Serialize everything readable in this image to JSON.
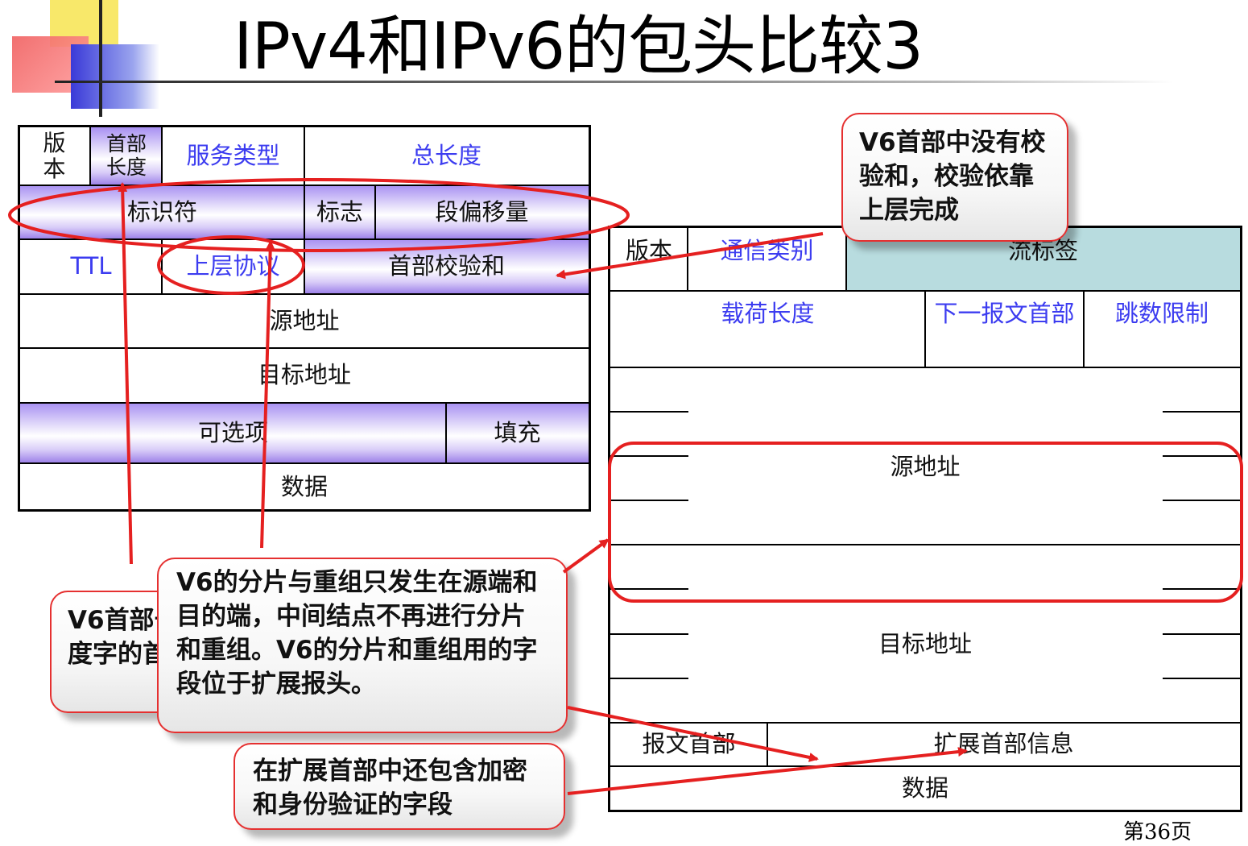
{
  "title": "IPv4和IPv6的包头比较3",
  "colors": {
    "accent_red": "#e52020",
    "label_blue": "#3c3cf0",
    "flow_label_bg": "#b8dcdf",
    "field_purple": "#a890f2"
  },
  "ipv4": {
    "version": "版本",
    "header_length": "首部长度",
    "service_type": "服务类型",
    "total_length": "总长度",
    "identifier": "标识符",
    "flags": "标志",
    "fragment_offset": "段偏移量",
    "ttl": "TTL",
    "protocol": "上层协议",
    "checksum": "首部校验和",
    "src": "源地址",
    "dst": "目标地址",
    "options": "可选项",
    "padding": "填充",
    "data": "数据"
  },
  "ipv6": {
    "version": "版本",
    "traffic_class": "通信类别",
    "flow_label": "流标签",
    "payload_length": "载荷长度",
    "next_header": "下一报文首部",
    "hop_limit": "跳数限制",
    "src": "源地址",
    "dst": "目标地址",
    "ext_header": "报文首部",
    "ext_info": "扩展首部信息",
    "data": "数据"
  },
  "callouts": {
    "checksum_prefix": "V6",
    "checksum_rest": "首部中没有校验和，校验依靠上层完成",
    "length_prefix": "V6",
    "length_rest": "首部长度字的首部",
    "frag_prefix": "V6",
    "frag_rest1": "的分片与重组只发生在源端和目的端，中间结点不再进行分片和重组。",
    "frag_mid": "V6",
    "frag_rest2": "的分片和重组用的字段位于扩展报头。",
    "ext": "在扩展首部中还包含加密和身份验证的字段"
  },
  "page_number": "第36页"
}
